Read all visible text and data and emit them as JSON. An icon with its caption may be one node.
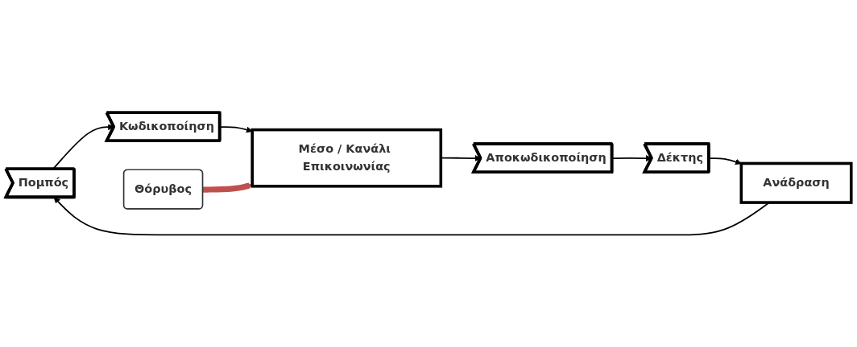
{
  "diagram": {
    "nodes": [
      {
        "text": [
          "Πομπός"
        ]
      },
      {
        "text": [
          "Κωδικοποίηση"
        ]
      },
      {
        "text": [
          "Μέσο / Κανάλι Επικοινωνίας"
        ]
      },
      {
        "text": [
          "Αποκωδικοποίηση"
        ]
      },
      {
        "text": [
          "Δέκτης"
        ]
      },
      {
        "text": [
          "Θόρυβος"
        ]
      },
      {
        "text": [
          "Ανάδραση"
        ]
      }
    ],
    "edges": [
      {
        "from": 0,
        "to": 1,
        "arrow": "to"
      },
      {
        "from": 1,
        "to": 2,
        "arrow": "to"
      },
      {
        "from": 2,
        "to": 3,
        "arrow": "to"
      },
      {
        "from": 3,
        "to": 4,
        "arrow": "to"
      },
      {
        "from": 5,
        "to": 2,
        "arrow": "to",
        "style": "thick",
        "color": "#c0504d"
      },
      {
        "from": 4,
        "to": 6,
        "arrow": "to"
      },
      {
        "from": 6,
        "to": 0,
        "arrow": "to"
      }
    ]
  }
}
